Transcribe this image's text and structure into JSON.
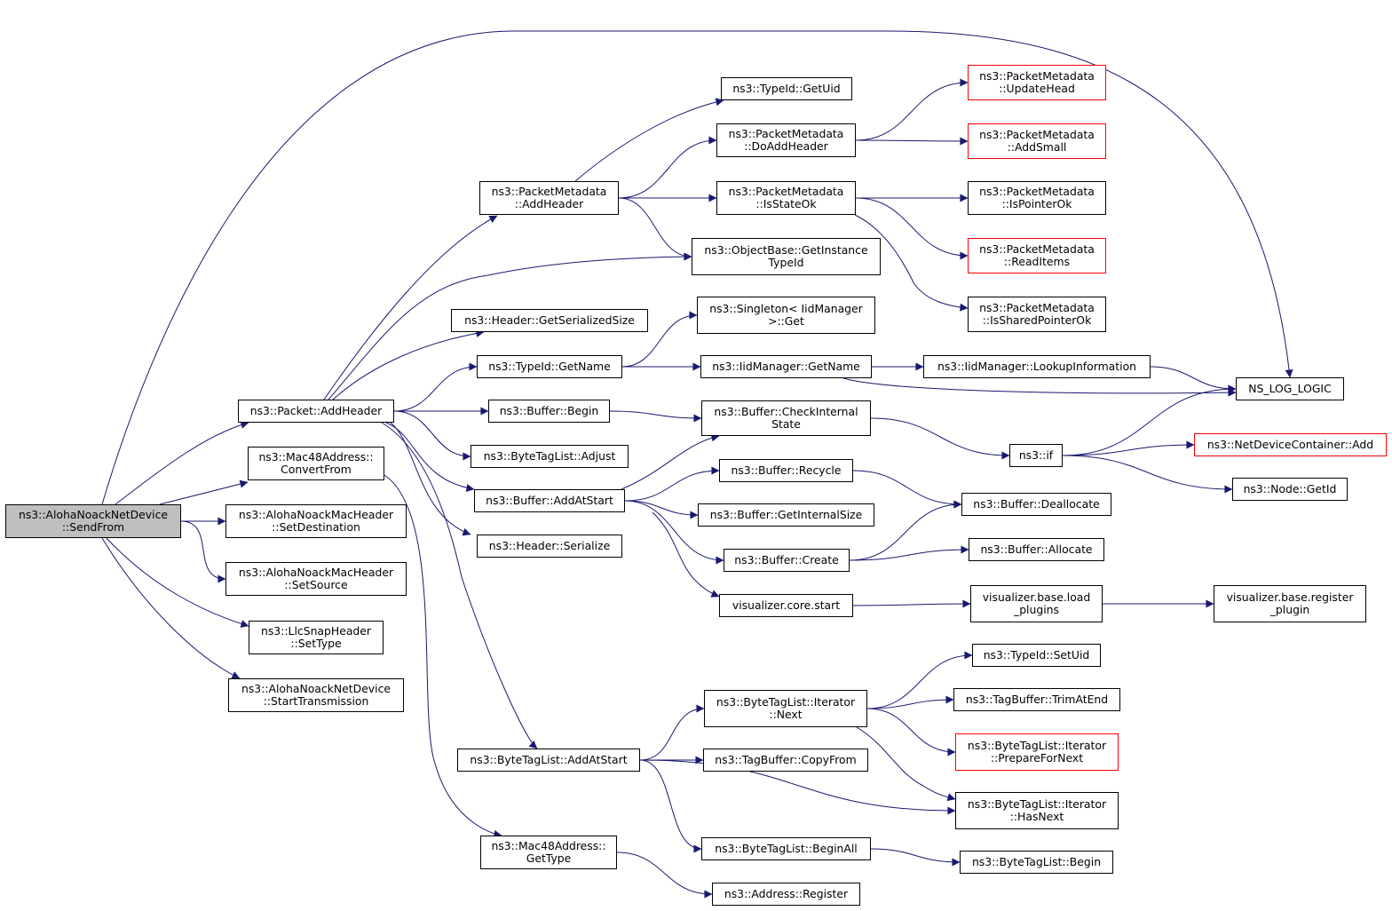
{
  "graph": {
    "nodes": [
      {
        "id": "root",
        "lines": [
          "ns3::AlohaNoackNetDevice",
          "::SendFrom"
        ],
        "highlight": true
      },
      {
        "id": "log",
        "lines": [
          "NS_LOG_LOGIC"
        ]
      },
      {
        "id": "addheader",
        "lines": [
          "ns3::Packet::AddHeader"
        ]
      },
      {
        "id": "m48conv",
        "lines": [
          "ns3::Mac48Address::",
          "ConvertFrom"
        ]
      },
      {
        "id": "setdest",
        "lines": [
          "ns3::AlohaNoackMacHeader",
          "::SetDestination"
        ]
      },
      {
        "id": "setsrc",
        "lines": [
          "ns3::AlohaNoackMacHeader",
          "::SetSource"
        ]
      },
      {
        "id": "llcset",
        "lines": [
          "ns3::LlcSnapHeader",
          "::SetType"
        ]
      },
      {
        "id": "starttx",
        "lines": [
          "ns3::AlohaNoackNetDevice",
          "::StartTransmission"
        ]
      },
      {
        "id": "pmaddh",
        "lines": [
          "ns3::PacketMetadata",
          "::AddHeader"
        ]
      },
      {
        "id": "hgetsz",
        "lines": [
          "ns3::Header::GetSerializedSize"
        ]
      },
      {
        "id": "tidgn",
        "lines": [
          "ns3::TypeId::GetName"
        ]
      },
      {
        "id": "bufbegin",
        "lines": [
          "ns3::Buffer::Begin"
        ]
      },
      {
        "id": "btladj",
        "lines": [
          "ns3::ByteTagList::Adjust"
        ]
      },
      {
        "id": "bufaddst",
        "lines": [
          "ns3::Buffer::AddAtStart"
        ]
      },
      {
        "id": "hser",
        "lines": [
          "ns3::Header::Serialize"
        ]
      },
      {
        "id": "btladdst",
        "lines": [
          "ns3::ByteTagList::AddAtStart"
        ]
      },
      {
        "id": "m48gt",
        "lines": [
          "ns3::Mac48Address::",
          "GetType"
        ]
      },
      {
        "id": "tidgu",
        "lines": [
          "ns3::TypeId::GetUid"
        ]
      },
      {
        "id": "pmdoadd",
        "lines": [
          "ns3::PacketMetadata",
          "::DoAddHeader"
        ]
      },
      {
        "id": "pmisok",
        "lines": [
          "ns3::PacketMetadata",
          "::IsStateOk"
        ]
      },
      {
        "id": "obgit",
        "lines": [
          "ns3::ObjectBase::GetInstance",
          "TypeId"
        ]
      },
      {
        "id": "singget",
        "lines": [
          "ns3::Singleton< IidManager",
          ">::Get"
        ]
      },
      {
        "id": "iidgn",
        "lines": [
          "ns3::IidManager::GetName"
        ]
      },
      {
        "id": "bufcis",
        "lines": [
          "ns3::Buffer::CheckInternal",
          "State"
        ]
      },
      {
        "id": "bufrec",
        "lines": [
          "ns3::Buffer::Recycle"
        ]
      },
      {
        "id": "bufgis",
        "lines": [
          "ns3::Buffer::GetInternalSize"
        ]
      },
      {
        "id": "bufcreate",
        "lines": [
          "ns3::Buffer::Create"
        ]
      },
      {
        "id": "viscore",
        "lines": [
          "visualizer.core.start"
        ]
      },
      {
        "id": "btlitnext",
        "lines": [
          "ns3::ByteTagList::Iterator",
          "::Next"
        ]
      },
      {
        "id": "tbcopy",
        "lines": [
          "ns3::TagBuffer::CopyFrom"
        ]
      },
      {
        "id": "btlbegall",
        "lines": [
          "ns3::ByteTagList::BeginAll"
        ]
      },
      {
        "id": "addrreg",
        "lines": [
          "ns3::Address::Register"
        ]
      },
      {
        "id": "pmuphead",
        "lines": [
          "ns3::PacketMetadata",
          "::UpdateHead"
        ],
        "red": true
      },
      {
        "id": "pmaddsmall",
        "lines": [
          "ns3::PacketMetadata",
          "::AddSmall"
        ],
        "red": true
      },
      {
        "id": "pmisptr",
        "lines": [
          "ns3::PacketMetadata",
          "::IsPointerOk"
        ]
      },
      {
        "id": "pmread",
        "lines": [
          "ns3::PacketMetadata",
          "::ReadItems"
        ],
        "red": true
      },
      {
        "id": "pmisshared",
        "lines": [
          "ns3::PacketMetadata",
          "::IsSharedPointerOk"
        ]
      },
      {
        "id": "iidlookup",
        "lines": [
          "ns3::IidManager::LookupInformation"
        ]
      },
      {
        "id": "nsif",
        "lines": [
          "ns3::if"
        ]
      },
      {
        "id": "bufdealloc",
        "lines": [
          "ns3::Buffer::Deallocate"
        ]
      },
      {
        "id": "bufalloc",
        "lines": [
          "ns3::Buffer::Allocate"
        ]
      },
      {
        "id": "visload",
        "lines": [
          "visualizer.base.load",
          "_plugins"
        ]
      },
      {
        "id": "tidsetuid",
        "lines": [
          "ns3::TypeId::SetUid"
        ]
      },
      {
        "id": "tbtrim",
        "lines": [
          "ns3::TagBuffer::TrimAtEnd"
        ]
      },
      {
        "id": "btlprep",
        "lines": [
          "ns3::ByteTagList::Iterator",
          "::PrepareForNext"
        ],
        "red": true
      },
      {
        "id": "btlhasnext",
        "lines": [
          "ns3::ByteTagList::Iterator",
          "::HasNext"
        ]
      },
      {
        "id": "btlbegin",
        "lines": [
          "ns3::ByteTagList::Begin"
        ]
      },
      {
        "id": "ndcadd",
        "lines": [
          "ns3::NetDeviceContainer::Add"
        ],
        "red": true
      },
      {
        "id": "nodegetid",
        "lines": [
          "ns3::Node::GetId"
        ]
      },
      {
        "id": "visreg",
        "lines": [
          "visualizer.base.register",
          "_plugin"
        ]
      }
    ],
    "edges": [
      [
        "root",
        "log"
      ],
      [
        "root",
        "addheader"
      ],
      [
        "root",
        "m48conv"
      ],
      [
        "root",
        "setdest"
      ],
      [
        "root",
        "setsrc"
      ],
      [
        "root",
        "llcset"
      ],
      [
        "root",
        "starttx"
      ],
      [
        "addheader",
        "pmaddh"
      ],
      [
        "addheader",
        "obgit"
      ],
      [
        "addheader",
        "hgetsz"
      ],
      [
        "addheader",
        "tidgn"
      ],
      [
        "addheader",
        "bufbegin"
      ],
      [
        "addheader",
        "btladj"
      ],
      [
        "addheader",
        "bufaddst"
      ],
      [
        "addheader",
        "hser"
      ],
      [
        "addheader",
        "btladdst"
      ],
      [
        "m48conv",
        "m48gt"
      ],
      [
        "pmaddh",
        "tidgu"
      ],
      [
        "pmaddh",
        "pmdoadd"
      ],
      [
        "pmaddh",
        "pmisok"
      ],
      [
        "pmaddh",
        "obgit"
      ],
      [
        "pmdoadd",
        "pmuphead"
      ],
      [
        "pmdoadd",
        "pmaddsmall"
      ],
      [
        "pmisok",
        "pmisptr"
      ],
      [
        "pmisok",
        "pmread"
      ],
      [
        "pmisok",
        "pmisshared"
      ],
      [
        "tidgn",
        "singget"
      ],
      [
        "tidgn",
        "iidgn"
      ],
      [
        "iidgn",
        "iidlookup"
      ],
      [
        "iidgn",
        "log"
      ],
      [
        "iidlookup",
        "log"
      ],
      [
        "bufbegin",
        "bufcis"
      ],
      [
        "bufaddst",
        "bufcis"
      ],
      [
        "bufaddst",
        "bufrec"
      ],
      [
        "bufaddst",
        "bufgis"
      ],
      [
        "bufaddst",
        "bufcreate"
      ],
      [
        "bufaddst",
        "viscore"
      ],
      [
        "bufcis",
        "nsif"
      ],
      [
        "nsif",
        "log"
      ],
      [
        "nsif",
        "ndcadd"
      ],
      [
        "nsif",
        "nodegetid"
      ],
      [
        "bufrec",
        "bufdealloc"
      ],
      [
        "bufcreate",
        "bufdealloc"
      ],
      [
        "bufcreate",
        "bufalloc"
      ],
      [
        "viscore",
        "visload"
      ],
      [
        "visload",
        "visreg"
      ],
      [
        "btladdst",
        "btlitnext"
      ],
      [
        "btladdst",
        "tbcopy"
      ],
      [
        "btladdst",
        "btlhasnext"
      ],
      [
        "btladdst",
        "btlbegall"
      ],
      [
        "btlitnext",
        "tidsetuid"
      ],
      [
        "btlitnext",
        "tbtrim"
      ],
      [
        "btlitnext",
        "btlprep"
      ],
      [
        "btlitnext",
        "btlhasnext"
      ],
      [
        "btlbegall",
        "btlbegin"
      ],
      [
        "m48gt",
        "addrreg"
      ]
    ],
    "colors": {
      "edge": "#191970",
      "node_border": "#000000",
      "node_border_missing": "#ff0000",
      "root_fill": "#bfbfbf"
    }
  }
}
